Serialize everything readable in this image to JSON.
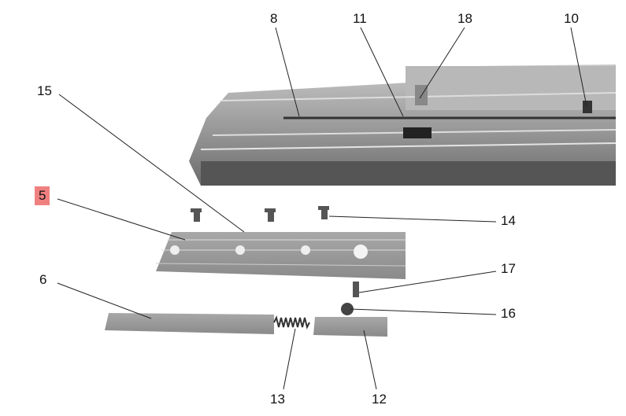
{
  "labels": {
    "p8": "8",
    "p11": "11",
    "p18": "18",
    "p10": "10",
    "p15": "15",
    "p5": "5",
    "p14": "14",
    "p17": "17",
    "p6": "6",
    "p16": "16",
    "p13": "13",
    "p12": "12"
  },
  "highlight_color": "#f08080"
}
